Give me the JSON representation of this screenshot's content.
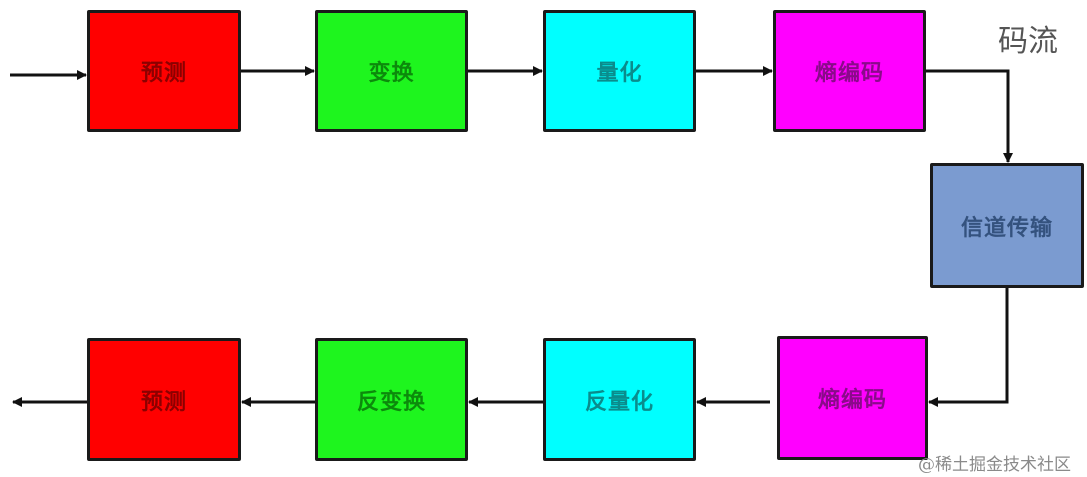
{
  "diagram": {
    "title_label": "码流",
    "watermark": "@稀土掘金技术社区",
    "encoder_row": [
      {
        "id": "enc-predict",
        "label": "预测",
        "fill": "#ff0000",
        "text": "#8b0000"
      },
      {
        "id": "enc-transform",
        "label": "变换",
        "fill": "#1ef51e",
        "text": "#0c8a0c"
      },
      {
        "id": "enc-quantize",
        "label": "量化",
        "fill": "#00ffff",
        "text": "#0a8c8c"
      },
      {
        "id": "enc-entropy",
        "label": "熵编码",
        "fill": "#ff00ff",
        "text": "#8a0a8a"
      }
    ],
    "channel": {
      "id": "channel",
      "label": "信道传输",
      "fill": "#7b9bd0",
      "text": "#34527e"
    },
    "decoder_row": [
      {
        "id": "dec-predict",
        "label": "预测",
        "fill": "#ff0000",
        "text": "#8b0000"
      },
      {
        "id": "dec-inverse-transform",
        "label": "反变换",
        "fill": "#1ef51e",
        "text": "#0c8a0c"
      },
      {
        "id": "dec-inverse-quantize",
        "label": "反量化",
        "fill": "#00ffff",
        "text": "#0a8c8c"
      },
      {
        "id": "dec-entropy",
        "label": "熵编码",
        "fill": "#ff00ff",
        "text": "#8a0a8a"
      }
    ],
    "flow": [
      "input -> 预测",
      "预测 -> 变换",
      "变换 -> 量化",
      "量化 -> 熵编码",
      "熵编码 -> 信道传输",
      "信道传输 -> 熵编码(decoder)",
      "熵编码(decoder) -> 反量化",
      "反量化 -> 反变换",
      "反变换 -> 预测(decoder)",
      "预测(decoder) -> output"
    ]
  }
}
